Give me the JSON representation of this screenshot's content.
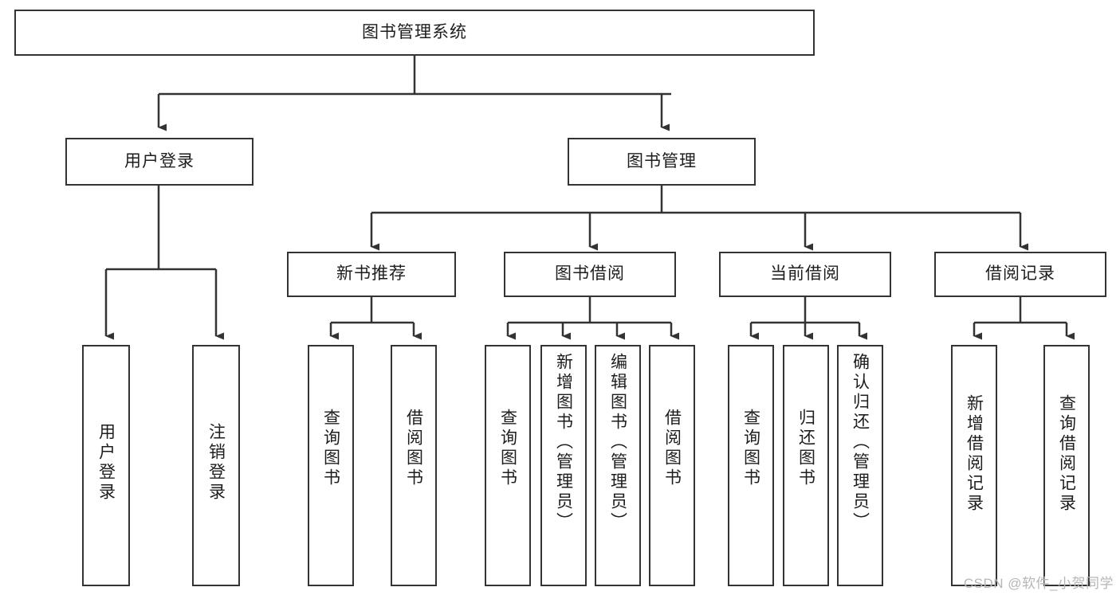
{
  "diagram": {
    "title_node": {
      "label": "图书管理系统"
    },
    "level2": [
      {
        "id": "user-login",
        "label": "用户登录"
      },
      {
        "id": "book-management",
        "label": "图书管理"
      }
    ],
    "level3": [
      {
        "id": "new-book-recommend",
        "label": "新书推荐"
      },
      {
        "id": "book-borrow",
        "label": "图书借阅"
      },
      {
        "id": "current-borrow",
        "label": "当前借阅"
      },
      {
        "id": "borrow-record",
        "label": "借阅记录"
      }
    ],
    "leaves": [
      {
        "id": "leaf-user-login",
        "label": "用户登录"
      },
      {
        "id": "leaf-logout-login",
        "label": "注销登录"
      },
      {
        "id": "leaf-query-book-1",
        "label": "查询图书"
      },
      {
        "id": "leaf-borrow-book-1",
        "label": "借阅图书"
      },
      {
        "id": "leaf-query-book-2",
        "label": "查询图书"
      },
      {
        "id": "leaf-add-book",
        "label": "新增图书（管理员）"
      },
      {
        "id": "leaf-edit-book",
        "label": "编辑图书（管理员）"
      },
      {
        "id": "leaf-borrow-book-2",
        "label": "借阅图书"
      },
      {
        "id": "leaf-query-book-3",
        "label": "查询图书"
      },
      {
        "id": "leaf-return-book",
        "label": "归还图书"
      },
      {
        "id": "leaf-confirm-return",
        "label": "确认归还（管理员）"
      },
      {
        "id": "leaf-add-record",
        "label": "新增借阅记录"
      },
      {
        "id": "leaf-query-record",
        "label": "查询借阅记录"
      }
    ],
    "colors": {
      "stroke": "#333333",
      "fill": "#ffffff",
      "text": "#1d1d1d"
    }
  },
  "watermark": {
    "text": "CSDN @软件_小贺同学"
  }
}
